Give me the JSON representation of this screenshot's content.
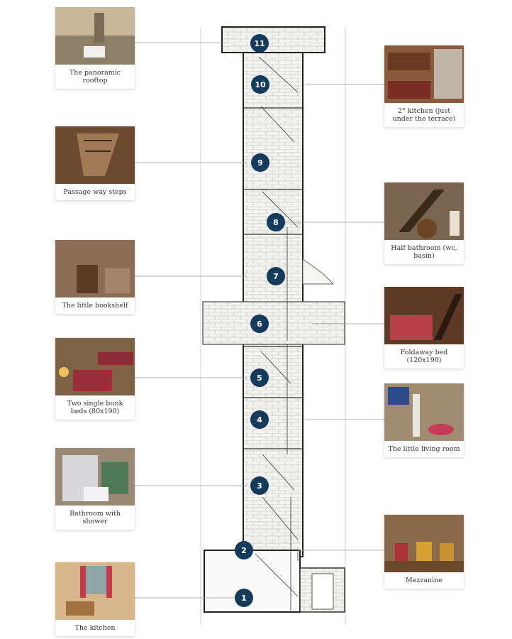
{
  "rooms": [
    {
      "number": "11",
      "caption": "The panoramic rooftop"
    },
    {
      "number": "10",
      "caption": "2° kitchen (just under the terrace)"
    },
    {
      "number": "9",
      "caption": "Passage way steps"
    },
    {
      "number": "8",
      "caption": "Half bathroom (wc, basin)"
    },
    {
      "number": "7",
      "caption": "The little bookshelf"
    },
    {
      "number": "6",
      "caption": "Foldaway bed (120x190)"
    },
    {
      "number": "5",
      "caption": "Two single bunk beds (80x190)"
    },
    {
      "number": "4",
      "caption": "The little living room"
    },
    {
      "number": "3",
      "caption": "Bathroom with shower"
    },
    {
      "number": "2",
      "caption": "Mezzanine"
    },
    {
      "number": "1",
      "caption": "The kitchen"
    }
  ]
}
